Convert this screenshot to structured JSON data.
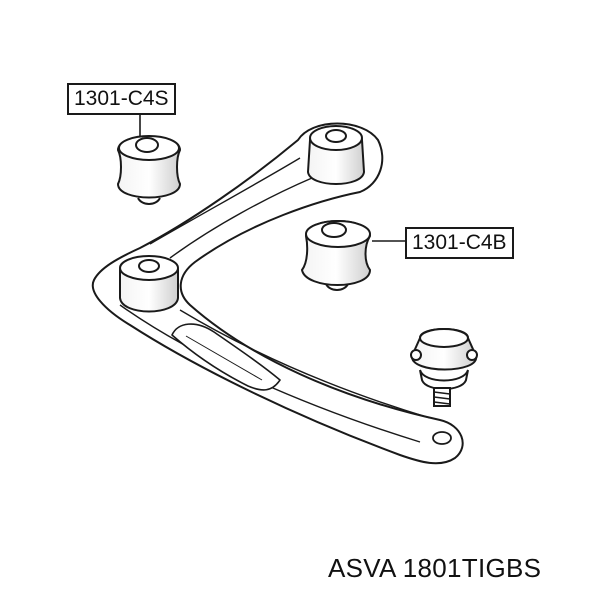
{
  "labels": {
    "bushing_small": "1301-C4S",
    "bushing_large": "1301-C4B"
  },
  "caption": {
    "brand": "ASVA",
    "part_number": "1801TIGBS"
  },
  "colors": {
    "ink": "#1a1a1a",
    "paper": "#ffffff",
    "shade": "#d9d9d9"
  }
}
